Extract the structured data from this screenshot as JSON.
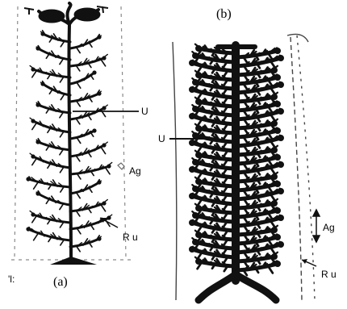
{
  "figure": {
    "panel_a": {
      "caption": "(a)",
      "labels": {
        "urethra": "U",
        "accessory_gland": "Ag",
        "root": "R u"
      }
    },
    "panel_b": {
      "caption": "(b)",
      "labels": {
        "urethra": "U",
        "accessory_gland": "Ag",
        "root": "R u"
      }
    },
    "colors": {
      "ink": "#111111",
      "paper": "#ffffff",
      "smudge": "#8a8a8a"
    }
  }
}
